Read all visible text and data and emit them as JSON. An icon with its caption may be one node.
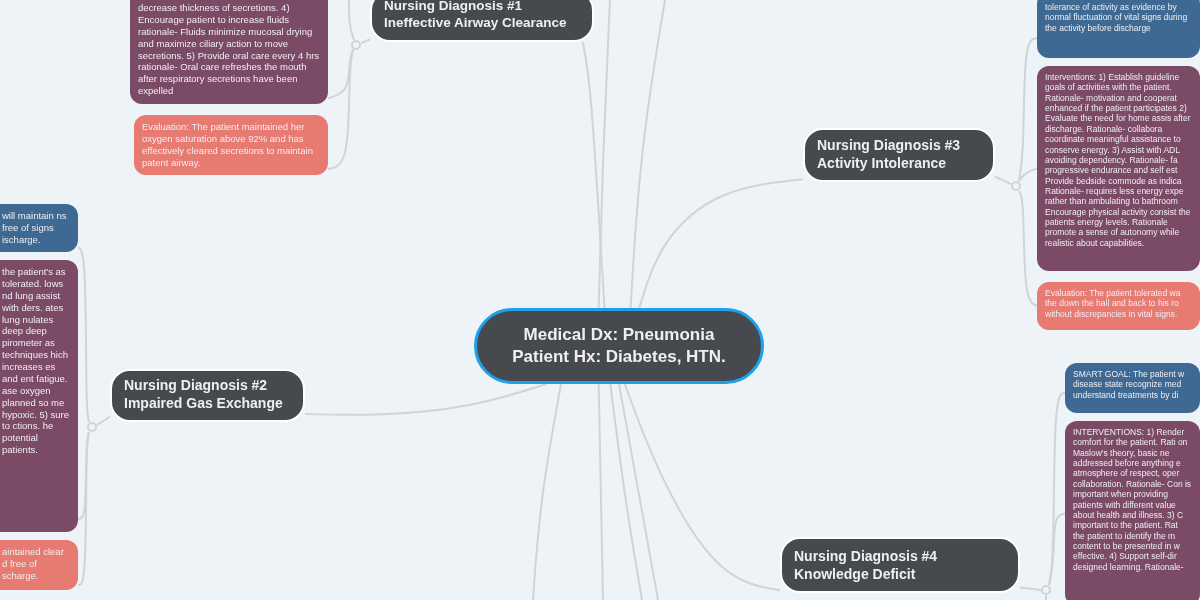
{
  "diagram": {
    "nodes": [
      {
        "text": [
          "Medical Dx: Pneumonia",
          "Patient Hx: Diabetes, HTN."
        ]
      },
      {
        "text": [
          "Nursing Diagnosis #1 Ineffective Airway Clearance"
        ]
      },
      {
        "text": [],
        "shape": "circle"
      },
      {
        "text": [
          "decrease thickness of secretions. 4) Encourage patient to increase fluids rationale- Fluids minimize mucosal drying and maximize ciliary action to move secretions. 5) Provide oral care every 4 hrs rationale- Oral care refreshes the mouth after respiratory secretions have been expelled"
        ]
      },
      {
        "text": [
          "Evaluation: The patient maintained her oxygen saturation above 92% and has effectively cleared secretions to maintain patent airway."
        ]
      },
      {
        "text": [
          "Nursing Diagnosis #2 Impaired Gas Exchange"
        ]
      },
      {
        "text": [],
        "shape": "circle"
      },
      {
        "text": [
          "will maintain ns free of signs ischarge."
        ]
      },
      {
        "text": [
          "the patient's as tolerated. lows nd lung assist with ders. ates lung nulates deep deep pirometer as techniques hich increases es and ent fatigue. ase oxygen planned so me hypoxic. 5) sure to ctions. he potential patients."
        ]
      },
      {
        "text": [
          "aintained clear d free of scharge."
        ]
      },
      {
        "text": [
          "Nursing Diagnosis #3 Activity Intolerance"
        ]
      },
      {
        "text": [],
        "shape": "circle"
      },
      {
        "text": [
          "tolerance of activity as evidence by normal fluctuation of vital signs during the activity before discharge"
        ]
      },
      {
        "text": [
          "Interventions: 1) Establish guideline goals of activities with the patient. Rationale- motivation and cooperat enhanced if the patient participates 2) Evaluate the need for home assis after discharge. Rationale- collabora coordinate meaningful assistance to conserve energy. 3) Assist with ADL avoiding dependency. Rationale- fa progressive endurance and self est Provide bedside commode as indica Rationale- requires less energy expe rather than ambulating to bathroom Encourage physical activity consist the patients energy levels. Rationale promote a sense of autonomy while realistic about capabilities."
        ]
      },
      {
        "text": [
          "Evaluation: The patient tolerated wa the down the hall and back to his ro without discrepancies in vital signs."
        ]
      },
      {
        "text": [
          "Nursing Diagnosis #4 Knowledge Deficit"
        ]
      },
      {
        "text": [],
        "shape": "circle"
      },
      {
        "text": [
          "SMART GOAL: The patient w disease state recognize med understand treatments by di"
        ]
      },
      {
        "text": [
          "INTERVENTIONS: 1) Render comfort for the patient. Rati on Maslow's theory, basic ne addressed before anything e atmosphere of respect, oper collaboration. Rationale- Con is important when providing patients with different value about health and illness. 3) C important to the patient. Rat the patient to identify the m content to be presented in w effective. 4) Support self-dir designed learning. Rationale-"
        ]
      }
    ],
    "edges": [
      {
        "from": 0,
        "to": 1,
        "arrow": "none"
      },
      {
        "from": 0,
        "to": 5,
        "arrow": "none"
      },
      {
        "from": 0,
        "to": 10,
        "arrow": "none"
      },
      {
        "from": 0,
        "to": 15,
        "arrow": "none"
      },
      {
        "from": 0,
        "to": null,
        "arrow": "none"
      },
      {
        "from": 0,
        "to": null,
        "arrow": "none"
      },
      {
        "from": 0,
        "to": null,
        "arrow": "none"
      },
      {
        "from": 0,
        "to": null,
        "arrow": "none"
      },
      {
        "from": 0,
        "to": null,
        "arrow": "none"
      },
      {
        "from": 0,
        "to": null,
        "arrow": "none"
      },
      {
        "from": 1,
        "to": 2,
        "arrow": "none"
      },
      {
        "from": 2,
        "to": 3,
        "arrow": "none"
      },
      {
        "from": 2,
        "to": 4,
        "arrow": "none"
      },
      {
        "from": 2,
        "to": null,
        "arrow": "none"
      },
      {
        "from": 5,
        "to": 6,
        "arrow": "none"
      },
      {
        "from": 6,
        "to": 7,
        "arrow": "none"
      },
      {
        "from": 6,
        "to": 8,
        "arrow": "none"
      },
      {
        "from": 6,
        "to": 9,
        "arrow": "none"
      },
      {
        "from": 10,
        "to": 11,
        "arrow": "none"
      },
      {
        "from": 11,
        "to": 12,
        "arrow": "none"
      },
      {
        "from": 11,
        "to": 13,
        "arrow": "none"
      },
      {
        "from": 11,
        "to": 14,
        "arrow": "none"
      },
      {
        "from": 15,
        "to": 16,
        "arrow": "none"
      },
      {
        "from": 16,
        "to": 17,
        "arrow": "none"
      },
      {
        "from": 16,
        "to": 18,
        "arrow": "none"
      },
      {
        "from": 16,
        "to": null,
        "arrow": "none"
      }
    ]
  }
}
